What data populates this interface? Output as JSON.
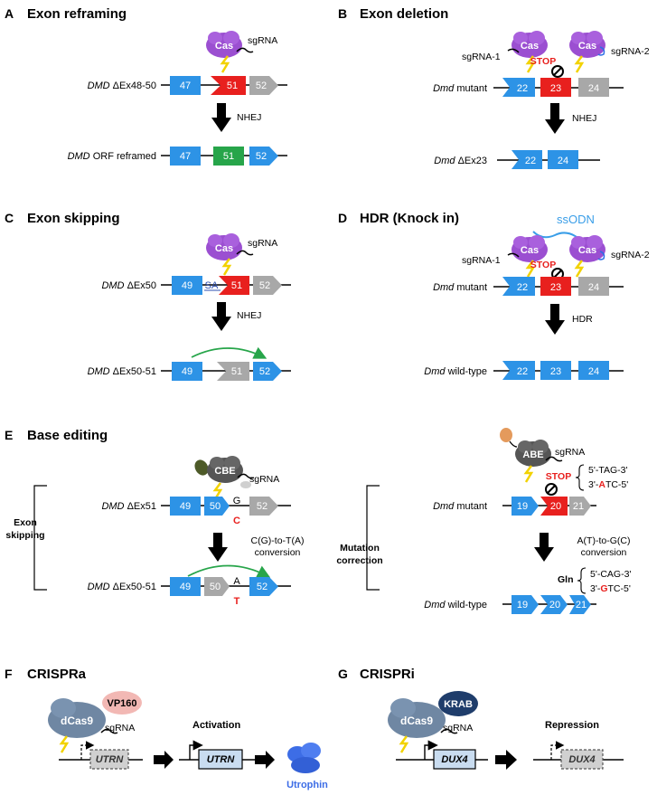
{
  "colors": {
    "blue_exon": "#2d93e6",
    "red_exon": "#e8201e",
    "green_exon": "#27a54a",
    "gray_exon": "#a8a8a8",
    "cas_purple": "#9b4fd1",
    "dark_gray": "#555555",
    "navy": "#1f3d6b",
    "slate_blue": "#6f87a3",
    "pink": "#f2b8b4",
    "ssodn_blue": "#3a9ee8",
    "green_arrow": "#27a54a",
    "utrophin_blue": "#3d6de6"
  },
  "panels": {
    "A": {
      "letter": "A",
      "title": "Exon reframing",
      "cas": "Cas",
      "sgrna": "sgRNA",
      "row1_gene": "DMD",
      "row1_rest": " ΔEx48-50",
      "row1_exons": [
        "47",
        "51",
        "52"
      ],
      "method": "NHEJ",
      "row2_gene": "DMD",
      "row2_rest": " ORF reframed",
      "row2_exons": [
        "47",
        "51",
        "52"
      ]
    },
    "B": {
      "letter": "B",
      "title": "Exon deletion",
      "cas": "Cas",
      "sgrna1": "sgRNA-1",
      "sgrna2": "sgRNA-2",
      "stop": "STOP",
      "row1_gene": "Dmd",
      "row1_rest": " mutant",
      "row1_exons": [
        "22",
        "23",
        "24"
      ],
      "method": "NHEJ",
      "row2_gene": "Dmd",
      "row2_rest": " ΔEx23",
      "row2_exons": [
        "22",
        "24"
      ]
    },
    "C": {
      "letter": "C",
      "title": "Exon skipping",
      "cas": "Cas",
      "sgrna": "sgRNA",
      "sa": "SA",
      "row1_gene": "DMD",
      "row1_rest": " ΔEx50",
      "row1_exons": [
        "49",
        "51",
        "52"
      ],
      "method": "NHEJ",
      "row2_gene": "DMD",
      "row2_rest": " ΔEx50-51",
      "row2_exons": [
        "49",
        "51",
        "52"
      ]
    },
    "D": {
      "letter": "D",
      "title": "HDR (Knock in)",
      "ssodn": "ssODN",
      "cas": "Cas",
      "sgrna1": "sgRNA-1",
      "sgrna2": "sgRNA-2",
      "stop": "STOP",
      "row1_gene": "Dmd",
      "row1_rest": " mutant",
      "row1_exons": [
        "22",
        "23",
        "24"
      ],
      "method": "HDR",
      "row2_gene": "Dmd",
      "row2_rest": " wild-type",
      "row2_exons": [
        "22",
        "23",
        "24"
      ]
    },
    "E": {
      "letter": "E",
      "title": "Base editing",
      "left": {
        "group_label_1": "Exon",
        "group_label_2": "skipping",
        "editor": "CBE",
        "sgrna": "sgRNA",
        "row1_gene": "DMD",
        "row1_rest": " ΔEx51",
        "row1_exons": [
          "49",
          "50",
          "52"
        ],
        "base_top_1": "G",
        "base_bottom_1": "C",
        "method_1": "C(G)-to-T(A)",
        "method_2": "conversion",
        "row2_gene": "DMD",
        "row2_rest": " ΔEx50-51",
        "row2_exons": [
          "49",
          "50",
          "52"
        ],
        "base_top_2": "A",
        "base_bottom_2": "T"
      },
      "right": {
        "group_label_1": "Mutation",
        "group_label_2": "correction",
        "editor": "ABE",
        "sgrna": "sgRNA",
        "stop": "STOP",
        "seq1_top": "5'-TAG-3'",
        "seq1_bottom_pre": "3'-",
        "seq1_bottom_hl": "A",
        "seq1_bottom_post": "TC-5'",
        "row1_gene": "Dmd",
        "row1_rest": " mutant",
        "row1_exons": [
          "19",
          "20",
          "21"
        ],
        "method_1": "A(T)-to-G(C)",
        "method_2": "conversion",
        "gln": "Gln",
        "seq2_top": "5'-CAG-3'",
        "seq2_bottom_pre": "3'-",
        "seq2_bottom_hl": "G",
        "seq2_bottom_post": "TC-5'",
        "row2_gene": "Dmd",
        "row2_rest": " wild-type",
        "row2_exons": [
          "19",
          "20",
          "21"
        ]
      }
    },
    "F": {
      "letter": "F",
      "title": "CRISPRa",
      "dcas9": "dCas9",
      "effector": "VP160",
      "sgrna": "sgRNA",
      "gene": "UTRN",
      "activation": "Activation",
      "product": "Utrophin"
    },
    "G": {
      "letter": "G",
      "title": "CRISPRi",
      "dcas9": "dCas9",
      "effector": "KRAB",
      "sgrna": "sgRNA",
      "gene": "DUX4",
      "repression": "Repression"
    }
  }
}
